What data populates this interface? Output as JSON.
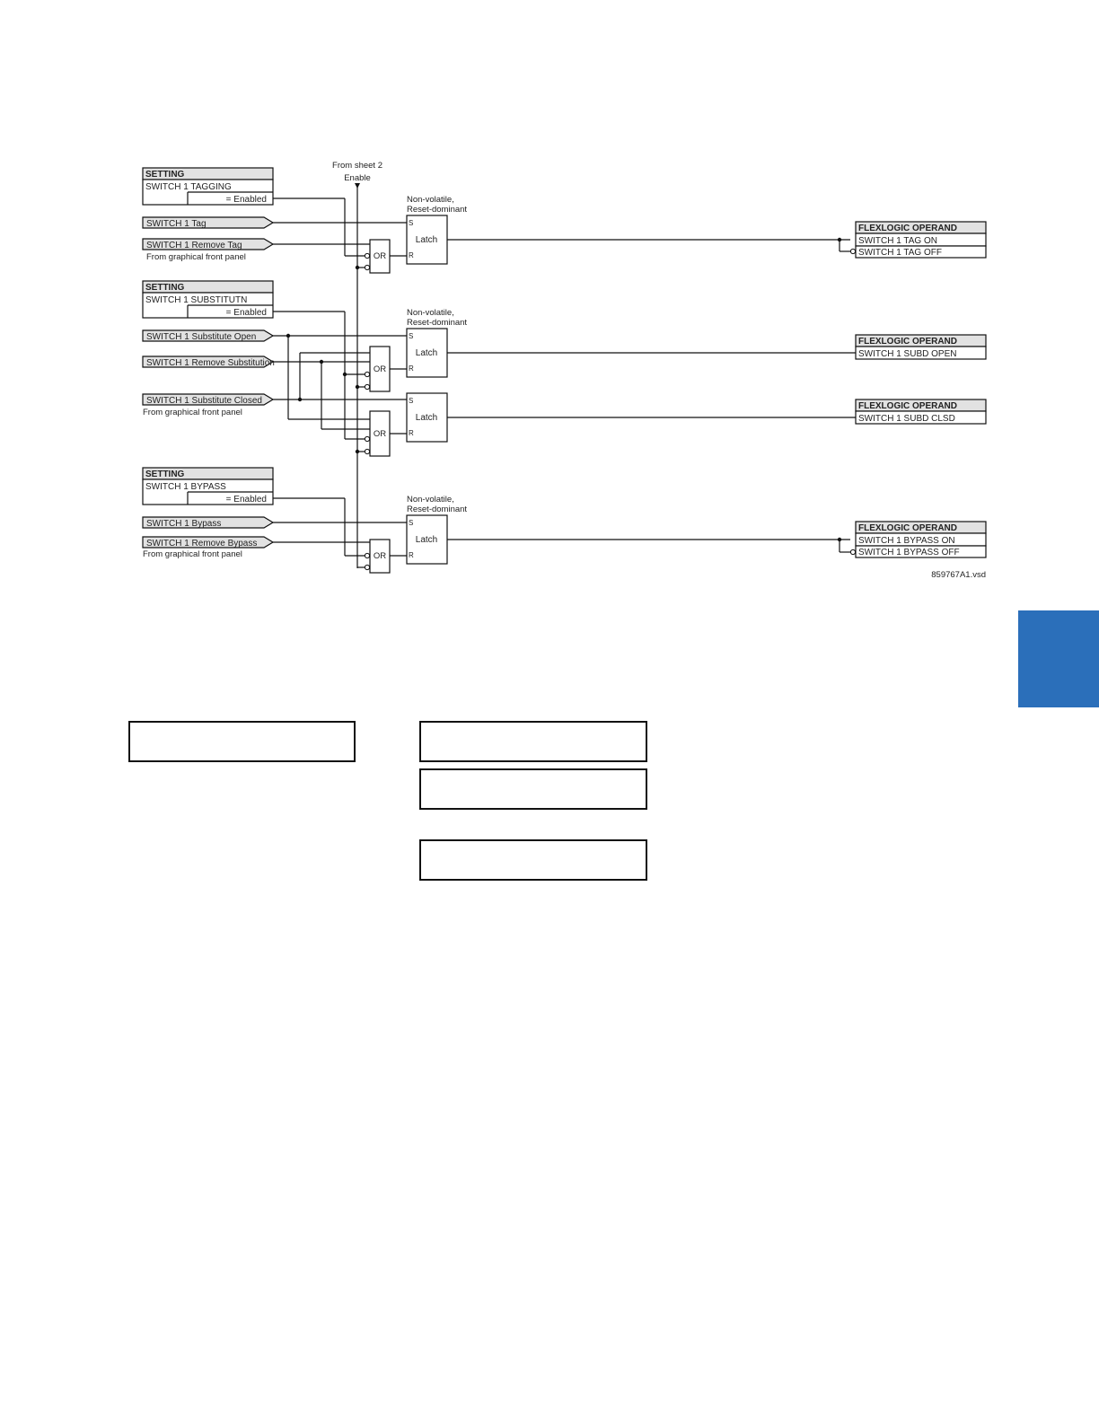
{
  "diagram": {
    "sheet_ref": {
      "line1": "From sheet 2",
      "line2": "Enable"
    },
    "setting_header": "SETTING",
    "enabled_label": "= Enabled",
    "front_panel_note": "From graphical front panel",
    "latch_note": {
      "line1": "Non-volatile,",
      "line2": "Reset-dominant"
    },
    "latch_label": "Latch",
    "or_label": "OR",
    "pin_s": "S",
    "pin_r": "R",
    "operand_header": "FLEXLOGIC OPERAND",
    "settings": {
      "tagging": "SWITCH 1 TAGGING",
      "substitution": "SWITCH 1 SUBSTITUTN",
      "bypass": "SWITCH 1 BYPASS"
    },
    "inputs": {
      "tag": "SWITCH 1 Tag",
      "remove_tag": "SWITCH 1 Remove Tag",
      "sub_open": "SWITCH 1 Substitute Open",
      "remove_sub": "SWITCH 1 Remove Substitution",
      "sub_closed": "SWITCH 1 Substitute Closed",
      "bypass": "SWITCH 1 Bypass",
      "remove_bypass": "SWITCH 1 Remove Bypass"
    },
    "operands": {
      "tag_on": "SWITCH 1 TAG ON",
      "tag_off": "SWITCH 1 TAG OFF",
      "subd_open": "SWITCH 1 SUBD OPEN",
      "subd_clsd": "SWITCH 1 SUBD CLSD",
      "bypass_on": "SWITCH 1 BYPASS ON",
      "bypass_off": "SWITCH 1 BYPASS OFF"
    },
    "figure_id": "859767A1.vsd"
  },
  "page": {
    "tab_color": "#2b6fba"
  }
}
